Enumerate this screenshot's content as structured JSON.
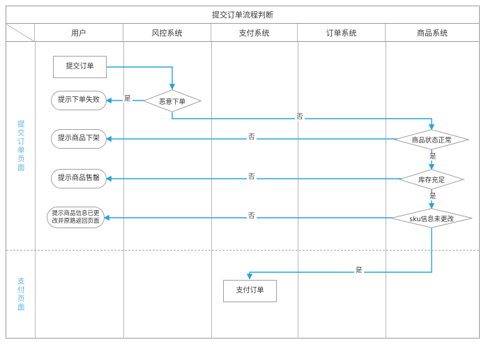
{
  "diagram": {
    "title": "提交订单流程判断",
    "accent_color": "#29a3dd",
    "lane_label_color": "#5fb4e0",
    "grid_color": "#b8b8b8",
    "shape_border_color": "#a0a0a0",
    "columns": [
      {
        "id": "col-user",
        "label": "用户"
      },
      {
        "id": "col-risk",
        "label": "风控系统"
      },
      {
        "id": "col-pay",
        "label": "支付系统"
      },
      {
        "id": "col-order",
        "label": "订单系统"
      },
      {
        "id": "col-goods",
        "label": "商品系统"
      }
    ],
    "lanes": [
      {
        "id": "lane-submit-order-page",
        "label": "提交订单页面"
      },
      {
        "id": "lane-payment-page",
        "label": "支付页面"
      }
    ],
    "nodes": [
      {
        "id": "node-submit-order",
        "shape": "rect",
        "label": "提交订单"
      },
      {
        "id": "node-malicious-order",
        "shape": "diamond",
        "label": "恶意下单"
      },
      {
        "id": "node-order-failed",
        "shape": "pill",
        "label": "提示下单失败"
      },
      {
        "id": "node-goods-status-ok",
        "shape": "diamond",
        "label": "商品状态正常"
      },
      {
        "id": "node-goods-offline",
        "shape": "pill",
        "label": "提示商品下架"
      },
      {
        "id": "node-stock-enough",
        "shape": "diamond",
        "label": "库存充足"
      },
      {
        "id": "node-goods-soldout",
        "shape": "pill",
        "label": "提示商品售罄"
      },
      {
        "id": "node-sku-unchanged",
        "shape": "diamond",
        "label": "sku信息未更改"
      },
      {
        "id": "node-sku-changed-msg",
        "shape": "pill",
        "label_line1": "提示商品信息已更",
        "label_line2": "改并原路返回页面"
      },
      {
        "id": "node-pay-order",
        "shape": "rect",
        "label": "支付订单"
      }
    ],
    "edge_labels": {
      "malicious_yes": "是",
      "malicious_no": "否",
      "goods_status_no": "否",
      "goods_status_yes": "是",
      "stock_no": "否",
      "stock_yes": "是",
      "sku_no": "否",
      "sku_yes": "是"
    }
  }
}
